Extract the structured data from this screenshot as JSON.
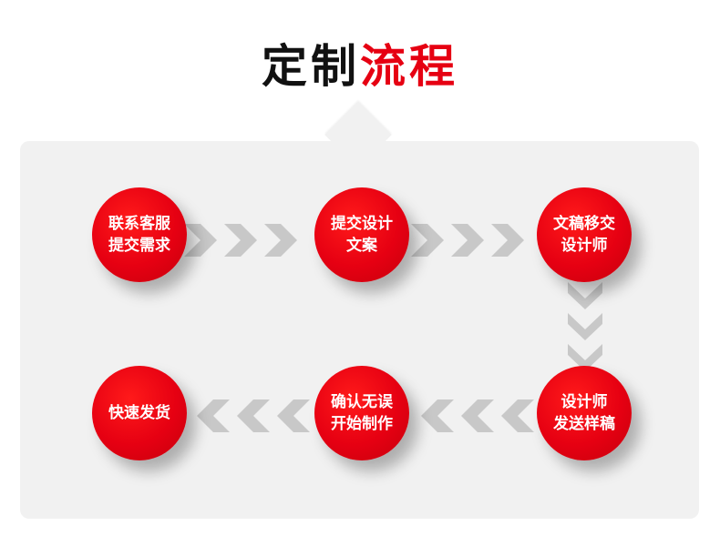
{
  "title": {
    "part1": "定制",
    "part2": "流程"
  },
  "colors": {
    "accent": "#e60012",
    "chevron": "#c8c8c8",
    "panel": "#f1f1f1"
  },
  "steps": [
    {
      "line1": "联系客服",
      "line2": "提交需求"
    },
    {
      "line1": "提交设计",
      "line2": "文案"
    },
    {
      "line1": "文稿移交",
      "line2": "设计师"
    },
    {
      "line1": "设计师",
      "line2": "发送样稿"
    },
    {
      "line1": "确认无误",
      "line2": "开始制作"
    },
    {
      "line1": "快速发货",
      "line2": ""
    }
  ],
  "arrows": [
    {
      "from": 1,
      "to": 2,
      "direction": "right-chevron-icon"
    },
    {
      "from": 2,
      "to": 3,
      "direction": "right-chevron-icon"
    },
    {
      "from": 3,
      "to": 4,
      "direction": "down-chevron-icon"
    },
    {
      "from": 4,
      "to": 5,
      "direction": "left-chevron-icon"
    },
    {
      "from": 5,
      "to": 6,
      "direction": "left-chevron-icon"
    }
  ]
}
